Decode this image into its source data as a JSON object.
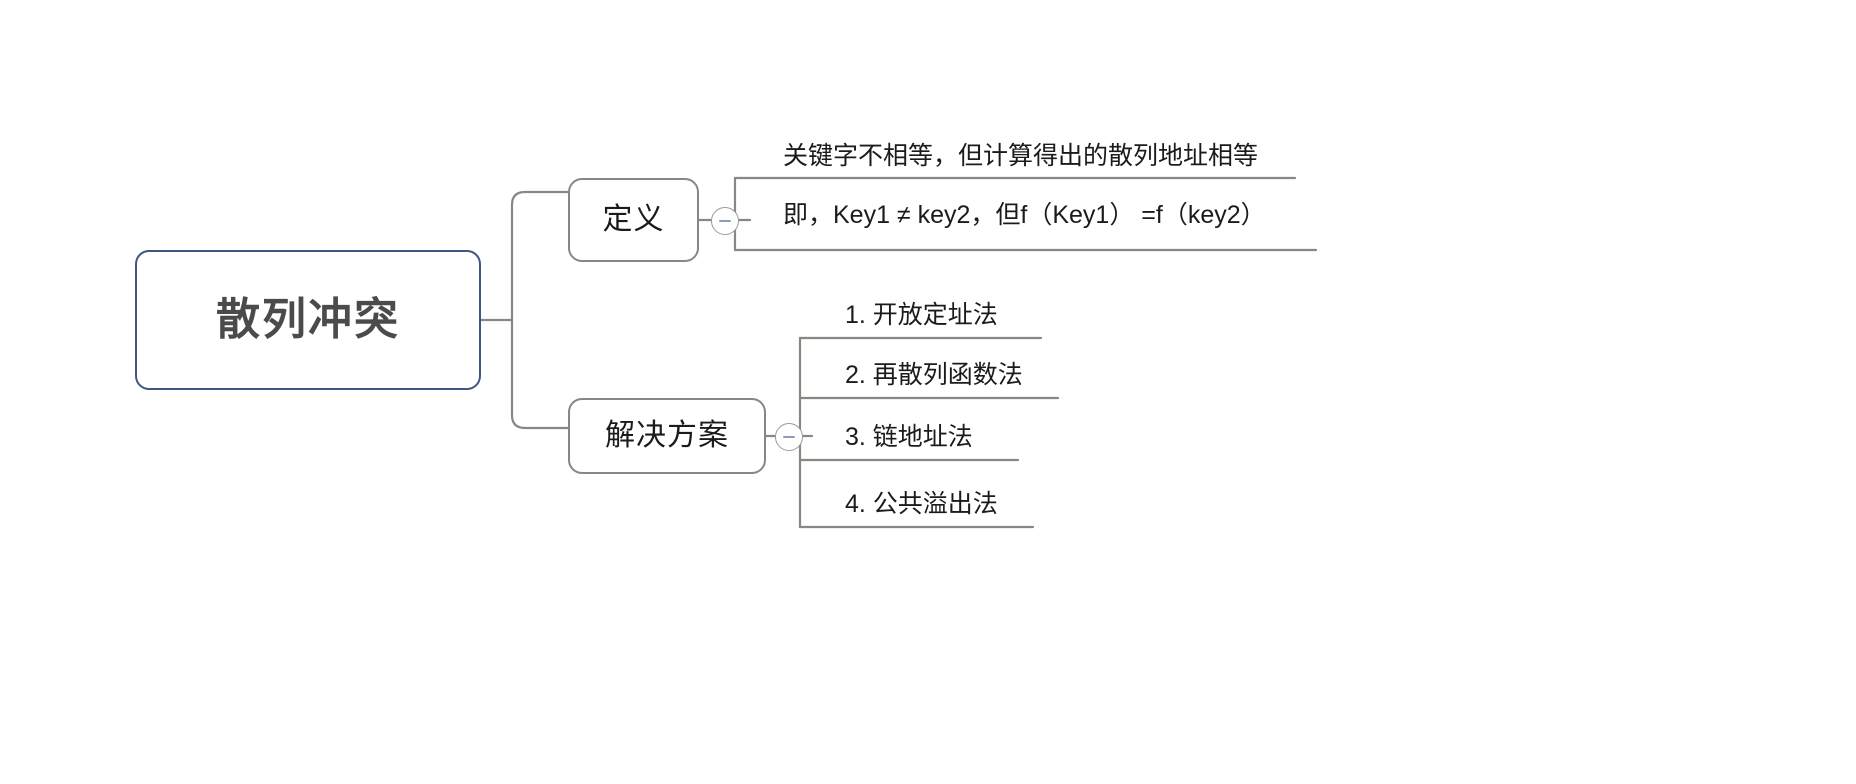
{
  "diagram": {
    "type": "mind-map",
    "title": "散列冲突",
    "background_color": "#ffffff",
    "root_border_color": "#3f5684",
    "branch_border_color": "#8a8681",
    "connector_color": "#8a8681",
    "toggle_minus_color": "#8c9bbd"
  },
  "root": {
    "label": "散列冲突"
  },
  "branches": [
    {
      "id": "definition",
      "label": "定义",
      "toggle": {
        "state": "expanded",
        "icon": "minus-circle-icon"
      },
      "children": [
        {
          "text": "关键字不相等，但计算得出的散列地址相等"
        },
        {
          "text": "即，Key1 ≠ key2，但f（Key1） =f（key2）"
        }
      ]
    },
    {
      "id": "solution",
      "label": "解决方案",
      "toggle": {
        "state": "expanded",
        "icon": "minus-circle-icon"
      },
      "children": [
        {
          "text": "1. 开放定址法"
        },
        {
          "text": "2. 再散列函数法"
        },
        {
          "text": "3. 链地址法"
        },
        {
          "text": "4. 公共溢出法"
        }
      ]
    }
  ]
}
